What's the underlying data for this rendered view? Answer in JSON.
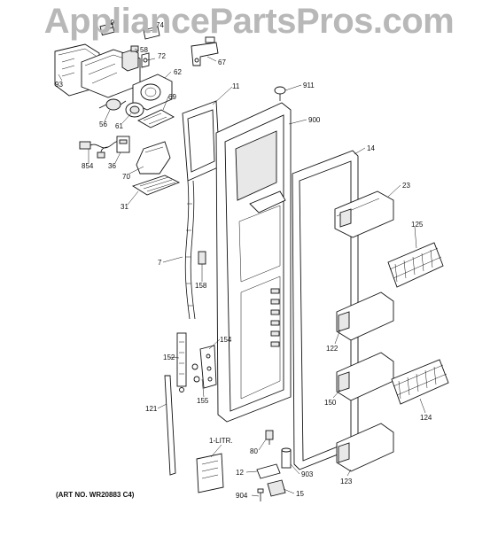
{
  "watermark": "AppliancePartsPros.com",
  "art_number": "(ART NO. WR20883 C4)",
  "callouts": [
    {
      "id": "c-291",
      "label": "291"
    },
    {
      "id": "c-74",
      "label": "74"
    },
    {
      "id": "c-58",
      "label": "58"
    },
    {
      "id": "c-72",
      "label": "72"
    },
    {
      "id": "c-67",
      "label": "67"
    },
    {
      "id": "c-62",
      "label": "62"
    },
    {
      "id": "c-93",
      "label": "93"
    },
    {
      "id": "c-11",
      "label": "11"
    },
    {
      "id": "c-911",
      "label": "911"
    },
    {
      "id": "c-69",
      "label": "69"
    },
    {
      "id": "c-900",
      "label": "900"
    },
    {
      "id": "c-56",
      "label": "56"
    },
    {
      "id": "c-61",
      "label": "61"
    },
    {
      "id": "c-854",
      "label": "854"
    },
    {
      "id": "c-36",
      "label": "36"
    },
    {
      "id": "c-14",
      "label": "14"
    },
    {
      "id": "c-70",
      "label": "70"
    },
    {
      "id": "c-23",
      "label": "23"
    },
    {
      "id": "c-31",
      "label": "31"
    },
    {
      "id": "c-125",
      "label": "125"
    },
    {
      "id": "c-7",
      "label": "7"
    },
    {
      "id": "c-158",
      "label": "158"
    },
    {
      "id": "c-154",
      "label": "154"
    },
    {
      "id": "c-122",
      "label": "122"
    },
    {
      "id": "c-152",
      "label": "152"
    },
    {
      "id": "c-155",
      "label": "155"
    },
    {
      "id": "c-150",
      "label": "150"
    },
    {
      "id": "c-121",
      "label": "121"
    },
    {
      "id": "c-124",
      "label": "124"
    },
    {
      "id": "c-1litr",
      "label": "1-LITR."
    },
    {
      "id": "c-80",
      "label": "80"
    },
    {
      "id": "c-903",
      "label": "903"
    },
    {
      "id": "c-12",
      "label": "12"
    },
    {
      "id": "c-123",
      "label": "123"
    },
    {
      "id": "c-15",
      "label": "15"
    },
    {
      "id": "c-904",
      "label": "904"
    }
  ]
}
